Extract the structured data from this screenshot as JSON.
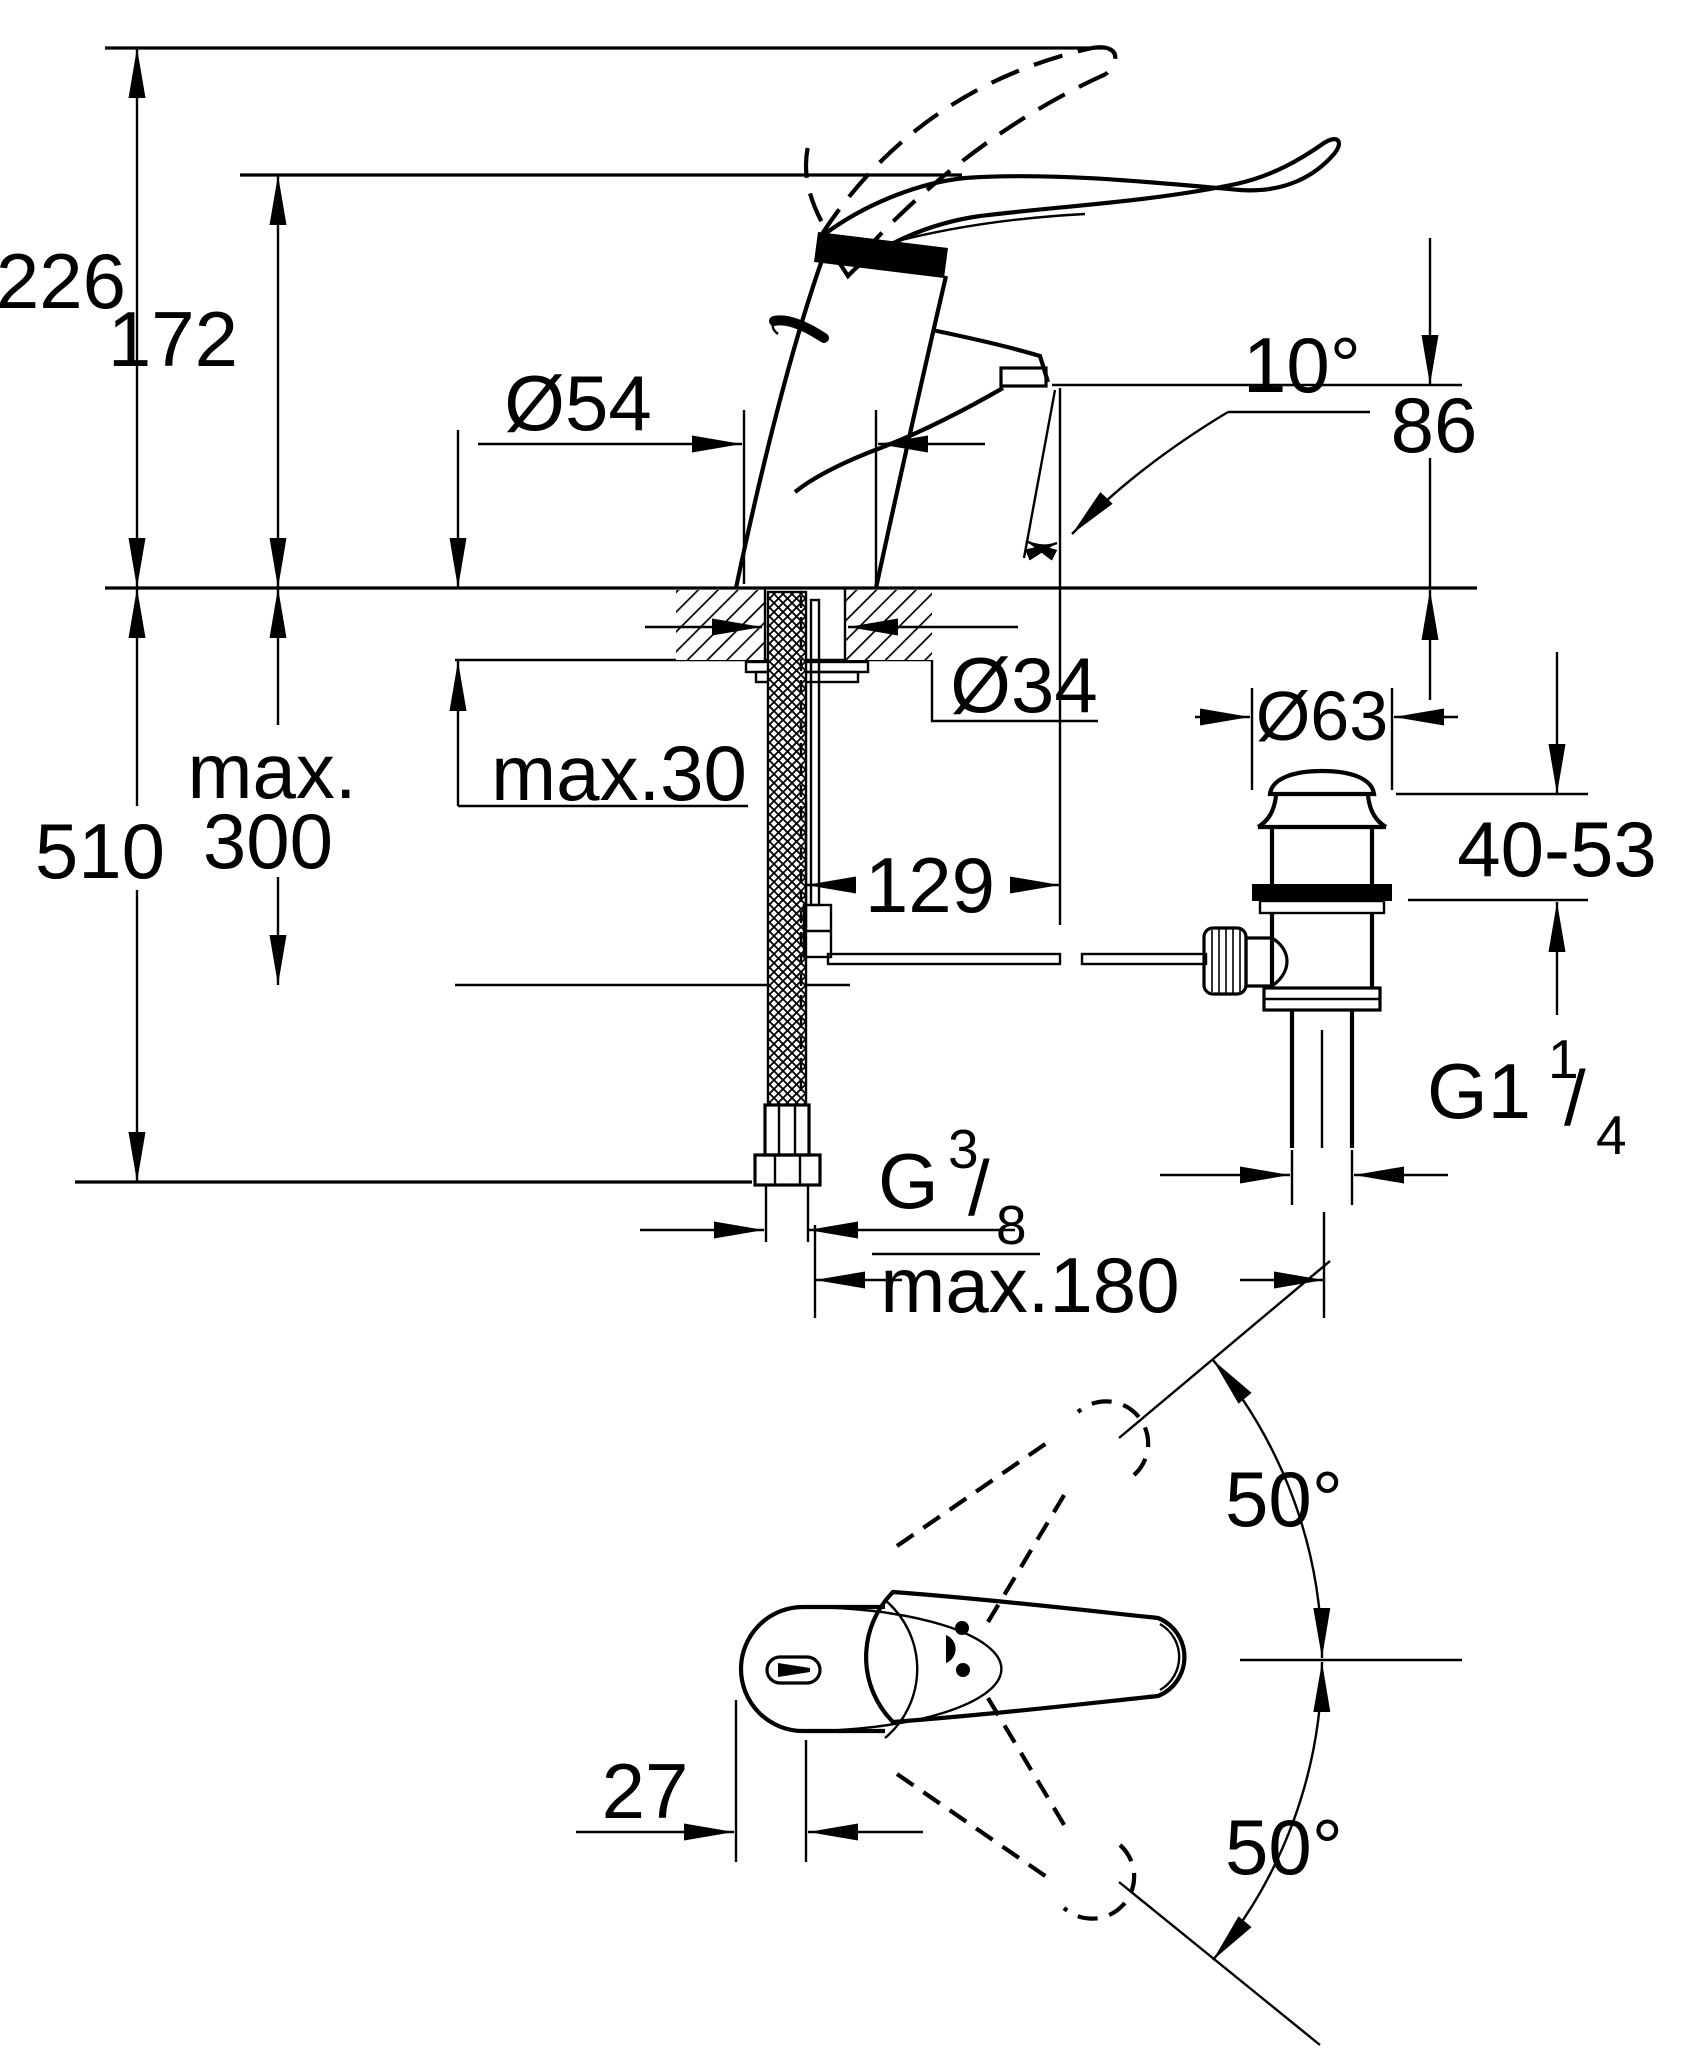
{
  "drawing": {
    "kind": "faucet-installation-dimension-drawing",
    "ink_color": "#000000",
    "background_color": "#ffffff"
  },
  "labels": {
    "height_handle_open": "226",
    "height_total": "172",
    "body_diameter": "Ø54",
    "spout_angle": "10°",
    "spout_outlet_height": "86",
    "hole_diameter": "Ø34",
    "mounting_depth_line1": "max.",
    "mounting_depth_line2": "300",
    "hose_length": "510",
    "deck_thickness": "max.30",
    "spout_reach": "129",
    "waste_flange_diameter": "Ø63",
    "waste_clamping_range": "40-53",
    "supply_thread_g": "G",
    "supply_thread_num": "3",
    "supply_thread_slash": "/",
    "supply_thread_den": "8",
    "waste_thread_g": "G1",
    "waste_thread_num": "1",
    "waste_thread_slash": "/",
    "waste_thread_den": "4",
    "rod_length": "max.180",
    "handle_front_offset": "27",
    "swivel_angle_up": "50°",
    "swivel_angle_down": "50°"
  }
}
